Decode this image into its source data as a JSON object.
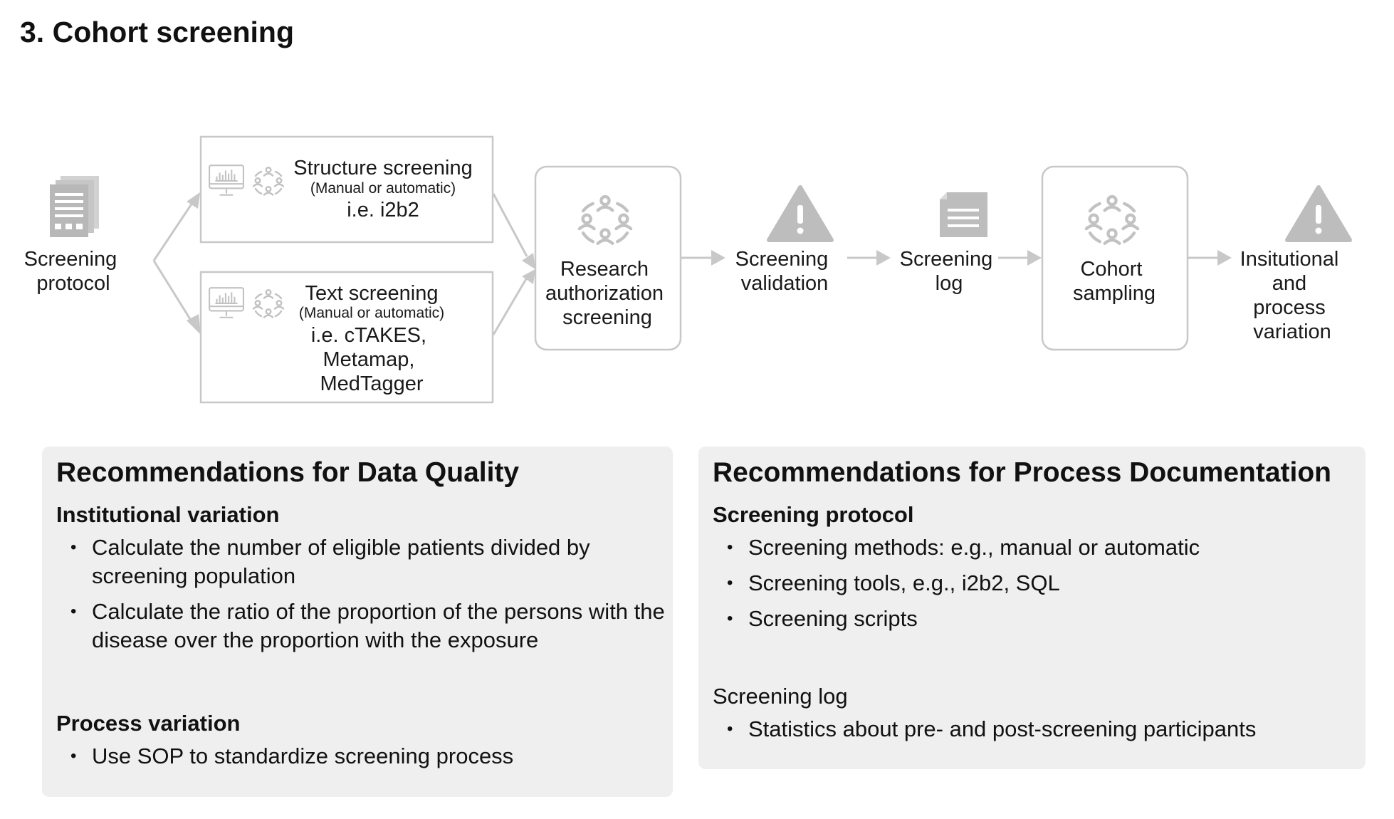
{
  "page": {
    "title": "3. Cohort screening"
  },
  "diagram": {
    "nodes": {
      "screening_protocol": {
        "lines": [
          "Screening",
          "protocol"
        ],
        "icon": "documents-stack-icon"
      },
      "structure_screening": {
        "title": "Structure screening",
        "subtitle": "(Manual or automatic)",
        "lines": [
          "i.e. i2b2"
        ],
        "icons": [
          "monitor-chart-icon",
          "people-circle-icon"
        ]
      },
      "text_screening": {
        "title": "Text screening",
        "subtitle": "(Manual or automatic)",
        "lines": [
          "i.e. cTAKES,",
          "Metamap,",
          "MedTagger"
        ],
        "icons": [
          "monitor-chart-icon",
          "people-circle-icon"
        ]
      },
      "research_authorization": {
        "lines": [
          "Research",
          "authorization",
          "screening"
        ],
        "icon": "people-circle-icon"
      },
      "screening_validation": {
        "lines": [
          "Screening",
          "validation"
        ],
        "icon": "warning-icon"
      },
      "screening_log": {
        "lines": [
          "Screening",
          "log"
        ],
        "icon": "document-icon"
      },
      "cohort_sampling": {
        "lines": [
          "Cohort",
          "sampling"
        ],
        "icon": "people-circle-icon"
      },
      "institutional_variation": {
        "lines": [
          "Insitutional",
          "and",
          "process",
          "variation"
        ],
        "icon": "warning-icon"
      }
    },
    "colors": {
      "icon": "#bdbdbd",
      "arrow": "#c8c8c8",
      "box_border": "#c8c8c8",
      "panel_bg": "#efefef"
    }
  },
  "panels": {
    "data_quality": {
      "heading": "Recommendations for Data Quality",
      "sections": [
        {
          "title": "Institutional variation",
          "items": [
            "Calculate the number of eligible patients divided by screening population",
            "Calculate the ratio of the proportion of the persons with the disease over the proportion with the exposure"
          ]
        },
        {
          "title": "Process variation",
          "items": [
            "Use SOP to standardize screening process"
          ]
        }
      ]
    },
    "process_documentation": {
      "heading": "Recommendations for Process Documentation",
      "sections": [
        {
          "title": "Screening protocol",
          "items": [
            "Screening methods: e.g., manual or automatic",
            "Screening tools, e.g., i2b2, SQL",
            "Screening scripts"
          ]
        },
        {
          "title": "Screening log",
          "items": [
            "Statistics about pre- and post-screening participants"
          ]
        }
      ]
    }
  }
}
